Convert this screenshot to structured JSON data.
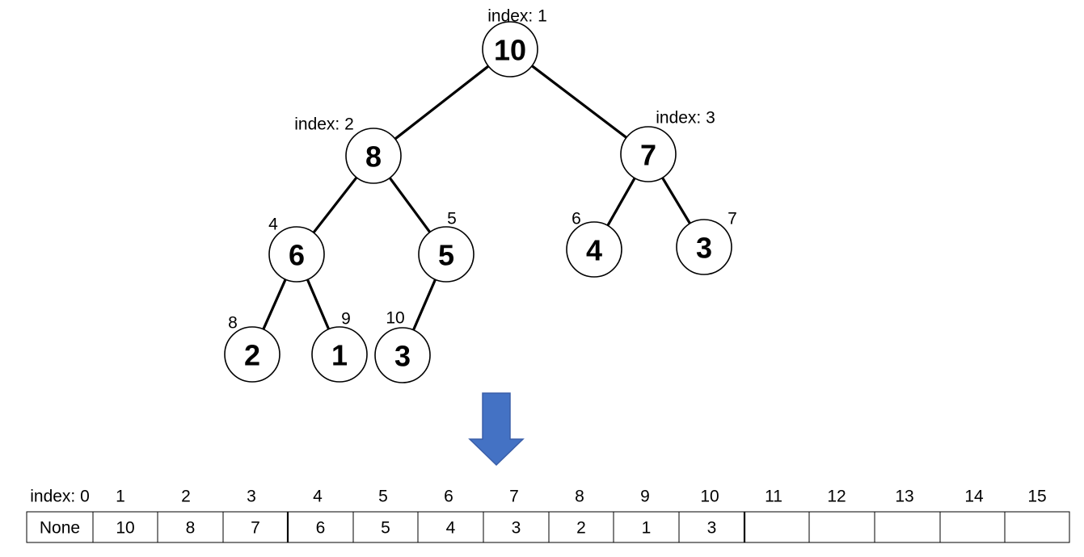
{
  "tree": {
    "nodes": [
      {
        "id": 1,
        "value": "10",
        "index_label": "index: 1"
      },
      {
        "id": 2,
        "value": "8",
        "index_label": "index: 2"
      },
      {
        "id": 3,
        "value": "7",
        "index_label": "index: 3"
      },
      {
        "id": 4,
        "value": "6",
        "index_label": "4"
      },
      {
        "id": 5,
        "value": "5",
        "index_label": "5"
      },
      {
        "id": 6,
        "value": "4",
        "index_label": "6"
      },
      {
        "id": 7,
        "value": "3",
        "index_label": "7"
      },
      {
        "id": 8,
        "value": "2",
        "index_label": "8"
      },
      {
        "id": 9,
        "value": "1",
        "index_label": "9"
      },
      {
        "id": 10,
        "value": "3",
        "index_label": "10"
      }
    ],
    "edges": [
      [
        1,
        2
      ],
      [
        1,
        3
      ],
      [
        2,
        4
      ],
      [
        2,
        5
      ],
      [
        3,
        6
      ],
      [
        3,
        7
      ],
      [
        4,
        8
      ],
      [
        4,
        9
      ],
      [
        5,
        10
      ]
    ]
  },
  "arrow": {
    "color": "#4472c4",
    "icon": "down-arrow-icon"
  },
  "array": {
    "headers": [
      "index: 0",
      "1",
      "2",
      "3",
      "4",
      "5",
      "6",
      "7",
      "8",
      "9",
      "10",
      "11",
      "12",
      "13",
      "14",
      "15"
    ],
    "cells": [
      "None",
      "10",
      "8",
      "7",
      "6",
      "5",
      "4",
      "3",
      "2",
      "1",
      "3",
      "",
      "",
      "",
      "",
      ""
    ]
  }
}
